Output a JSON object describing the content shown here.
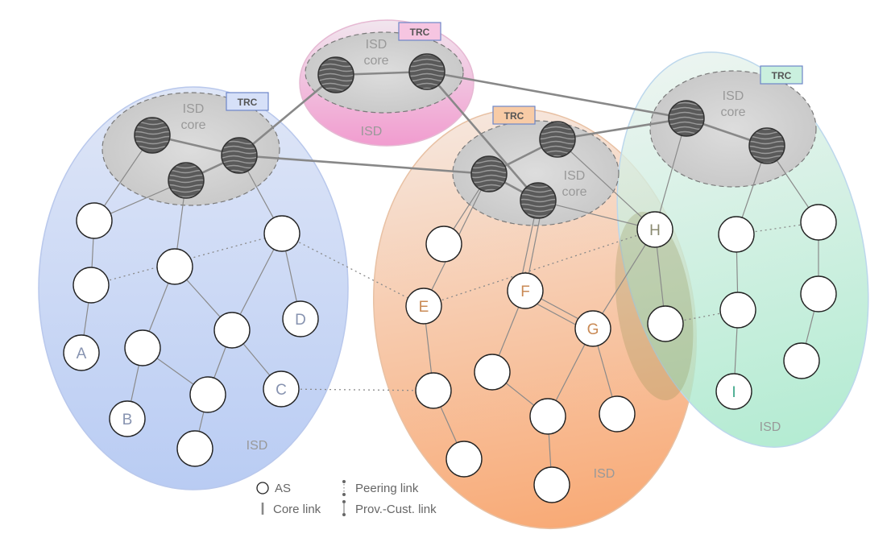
{
  "isds": [
    {
      "id": "blue",
      "label": "ISD",
      "core_label": "ISD\ncore",
      "trc_label": "TRC",
      "color": "#c9d6f5",
      "trc_color": "#d2ddf7",
      "label_color": "#8a94ad"
    },
    {
      "id": "pink",
      "label": "ISD",
      "core_label": "ISD\ncore",
      "trc_label": "TRC",
      "color": "#f4b3da",
      "trc_color": "#f6c1df",
      "label_color": "#999999"
    },
    {
      "id": "orange",
      "label": "ISD",
      "core_label": "ISD\ncore",
      "trc_label": "TRC",
      "color": "#f6c9a6",
      "trc_color": "#f8cfa9",
      "label_color": "#999999"
    },
    {
      "id": "green",
      "label": "ISD",
      "core_label": "ISD\ncore",
      "trc_label": "TRC",
      "color": "#c4ecd9",
      "trc_color": "#c9efdd",
      "label_color": "#999999"
    }
  ],
  "node_labels": {
    "A": "A",
    "B": "B",
    "C": "C",
    "D": "D",
    "E": "E",
    "F": "F",
    "G": "G",
    "H": "H",
    "I": "I"
  },
  "node_label_colors": {
    "blue": "#8793b0",
    "orange": "#c98a55",
    "green": "#3fa88a",
    "h": "#8a8a70"
  },
  "legend": {
    "as": "AS",
    "core_link": "Core link",
    "peering_link": "Peering link",
    "prov_cust_link": "Prov.-Cust. link"
  }
}
